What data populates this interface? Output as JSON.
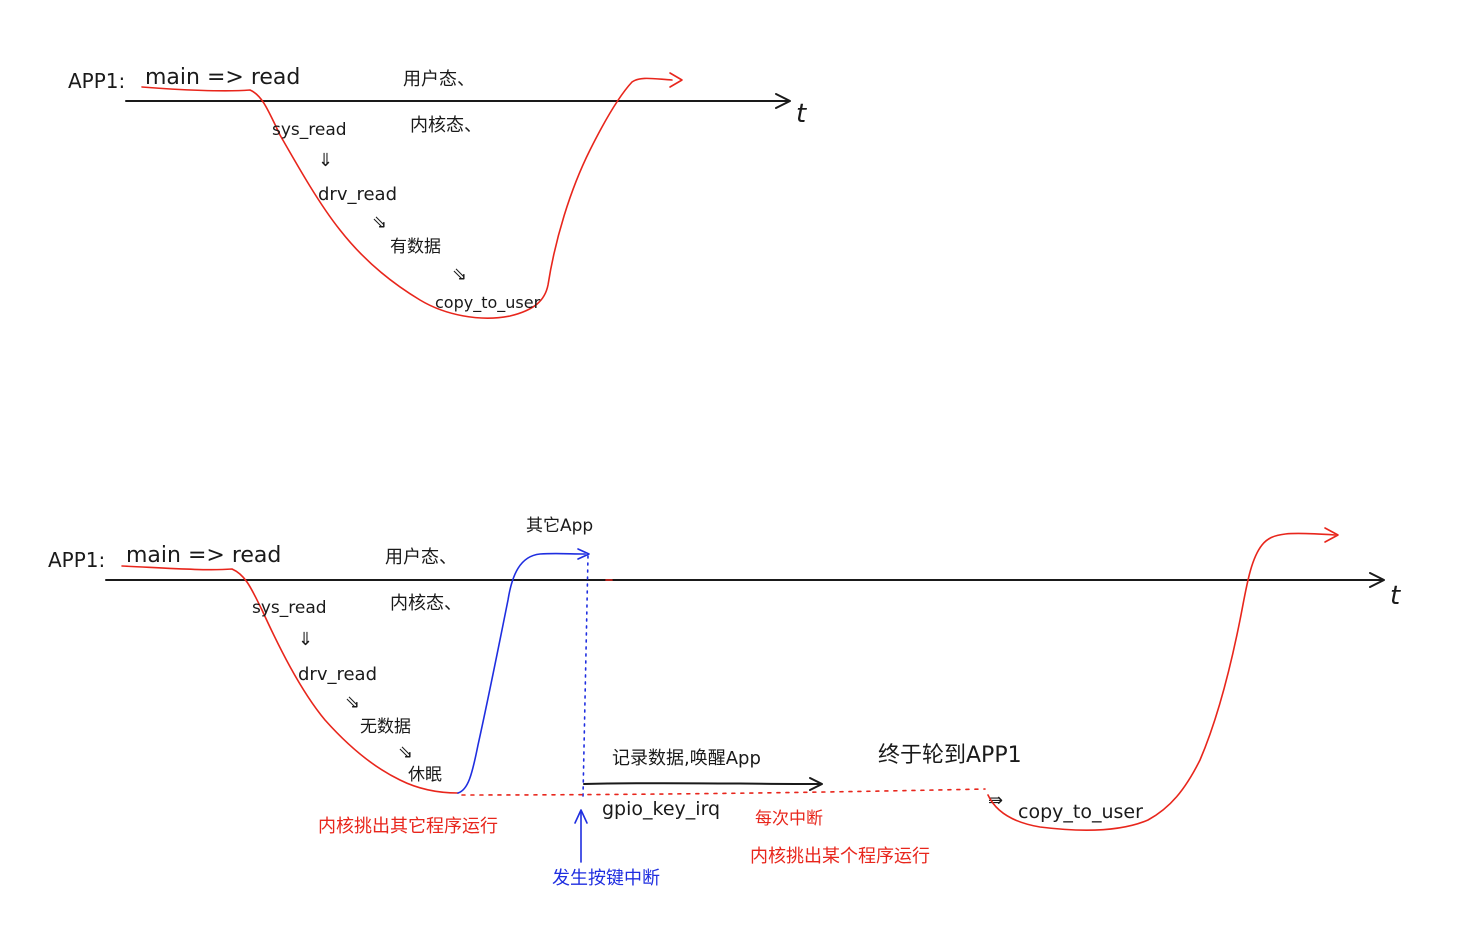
{
  "colors": {
    "ink": "#1a1a1a",
    "red": "#e8261c",
    "blue": "#1f2ee0"
  },
  "diagram1": {
    "app_label": "APP1:",
    "main_read": "main => read",
    "user_mode": "用户态、",
    "kernel_mode": "内核态、",
    "axis_label": "t",
    "steps": {
      "sys_read": "sys_read",
      "drv_read": "drv_read",
      "has_data": "有数据",
      "copy_to_user": "copy_to_user"
    }
  },
  "diagram2": {
    "app_label": "APP1:",
    "main_read": "main => read",
    "user_mode": "用户态、",
    "kernel_mode": "内核态、",
    "axis_label": "t",
    "other_app": "其它App",
    "steps": {
      "sys_read": "sys_read",
      "drv_read": "drv_read",
      "no_data": "无数据",
      "sleep": "休眠"
    },
    "kernel_schedule_other": "内核挑出其它程序运行",
    "key_interrupt": "发生按键中断",
    "record_wake": "记录数据,唤醒App",
    "gpio_key_irq": "gpio_key_irq",
    "every_interrupt": "每次中断",
    "kernel_schedule_some": "内核挑出某个程序运行",
    "finally_app1": "终于轮到APP1",
    "copy_to_user": "copy_to_user"
  }
}
